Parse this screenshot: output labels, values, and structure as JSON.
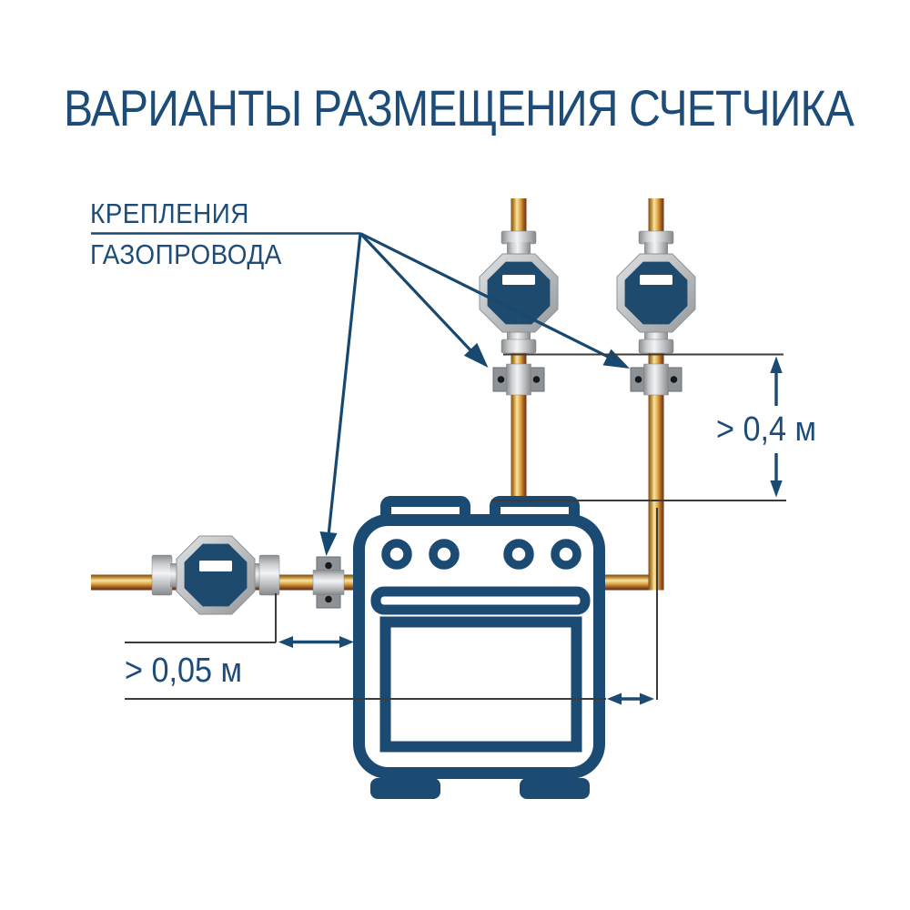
{
  "title": "ВАРИАНТЫ РАЗМЕЩЕНИЯ СЧЕТЧИКА",
  "callout": {
    "line1": "КРЕПЛЕНИЯ",
    "line2": "ГАЗОПРОВОДА"
  },
  "dimensions": {
    "meter_to_stove_vertical": "> 0,4 м",
    "meter_to_stove_horizontal": "> 0,05 м"
  },
  "colors": {
    "accent_blue": "#1d4c79",
    "diagram_navy": "#1e4a6e",
    "dim_line_gray": "#3b3b3b",
    "pipe_brass_highlight": "#f6e5ab",
    "pipe_brass_dark": "#7a4f1e",
    "silver_light": "#f2f3f4",
    "silver_dark": "#898d90",
    "bracket_gray": "#8d9296",
    "background": "#ffffff"
  },
  "components": [
    "gas-meter-top-left",
    "gas-meter-top-right",
    "gas-meter-side",
    "gas-stove",
    "gas-pipe-vertical-left",
    "gas-pipe-vertical-right",
    "gas-pipe-horizontal",
    "pipe-bracket-under-meter-1",
    "pipe-bracket-under-meter-2",
    "pipe-bracket-side"
  ]
}
